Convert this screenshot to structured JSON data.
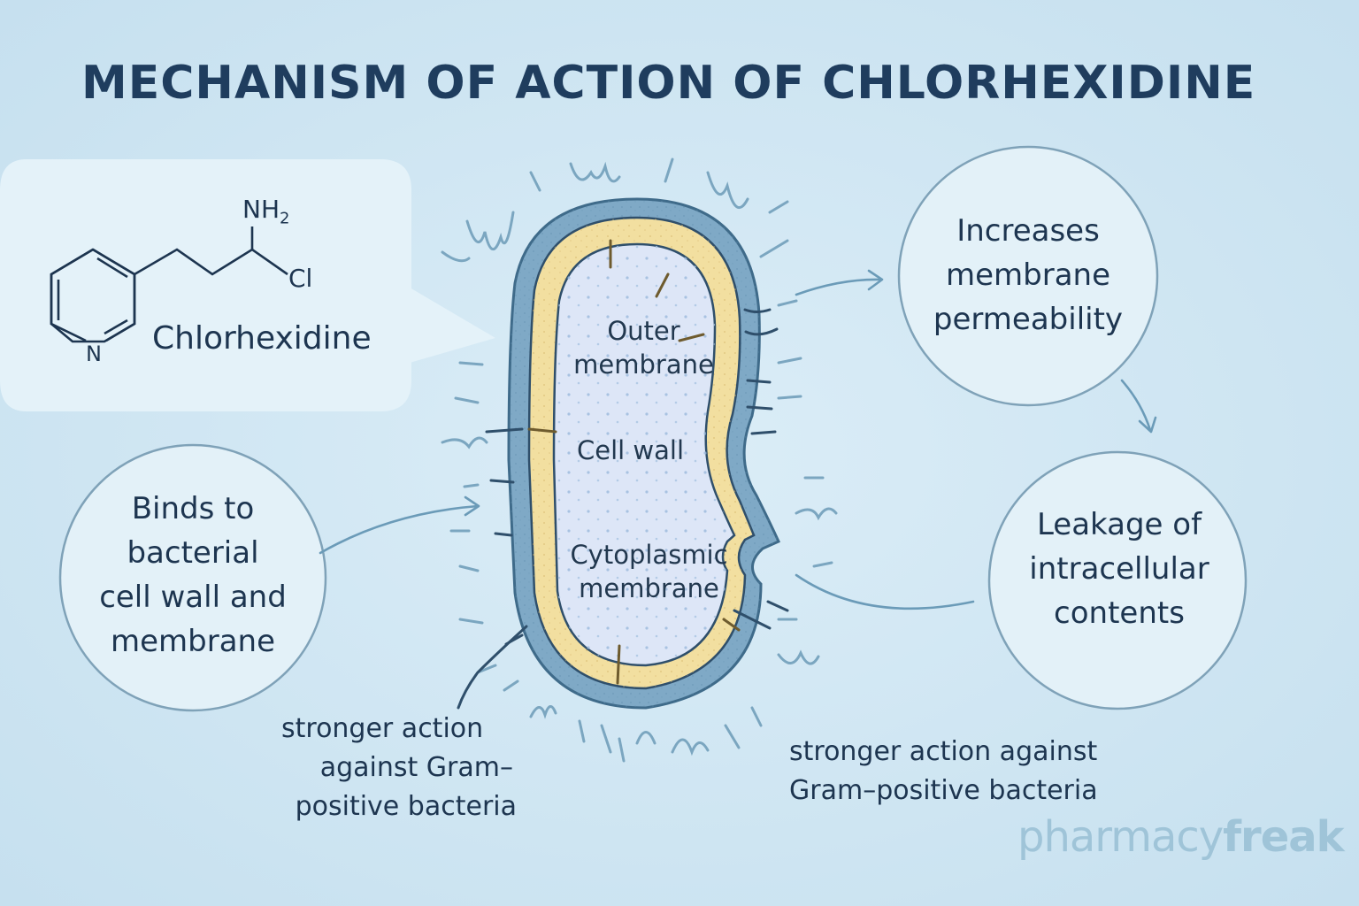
{
  "title": "MECHANISM OF ACTION OF CHLORHEXIDINE",
  "molecule": {
    "name": "Chlorhexidine",
    "atoms": {
      "amine": "NH",
      "amine_subscript": "2",
      "chlorine": "Cl",
      "ring_nitrogen": "N"
    }
  },
  "cell": {
    "label_outer": [
      "Outer",
      "membrane"
    ],
    "label_wall": "Cell wall",
    "label_cytoplasmic": [
      "Cytoplasmic",
      "membrane"
    ]
  },
  "steps": {
    "binds": [
      "Binds to",
      "bacterial",
      "cell wall and",
      "membrane"
    ],
    "permeability": [
      "Increases",
      "membrane",
      "permeability"
    ],
    "leakage": [
      "Leakage of",
      "intracellular",
      "contents"
    ]
  },
  "notes": {
    "left": [
      "stronger action",
      "against Gram–",
      "positive bacteria"
    ],
    "right": [
      "stronger action against",
      "Gram–positive bacteria"
    ]
  },
  "watermark": {
    "part1": "pharmacy",
    "part2": "freak"
  },
  "colors": {
    "background": "#cfe6f3",
    "title": "#1f3d5e",
    "outer_layer": "#7fa9c6",
    "wall_layer": "#f2dfa0",
    "cytoplasm": "#dde6f7",
    "circle_fill": "#e3f1f8",
    "arrow": "#6b9bb8"
  },
  "icons": [
    "pyridine-ring-icon",
    "arrow-icon"
  ]
}
